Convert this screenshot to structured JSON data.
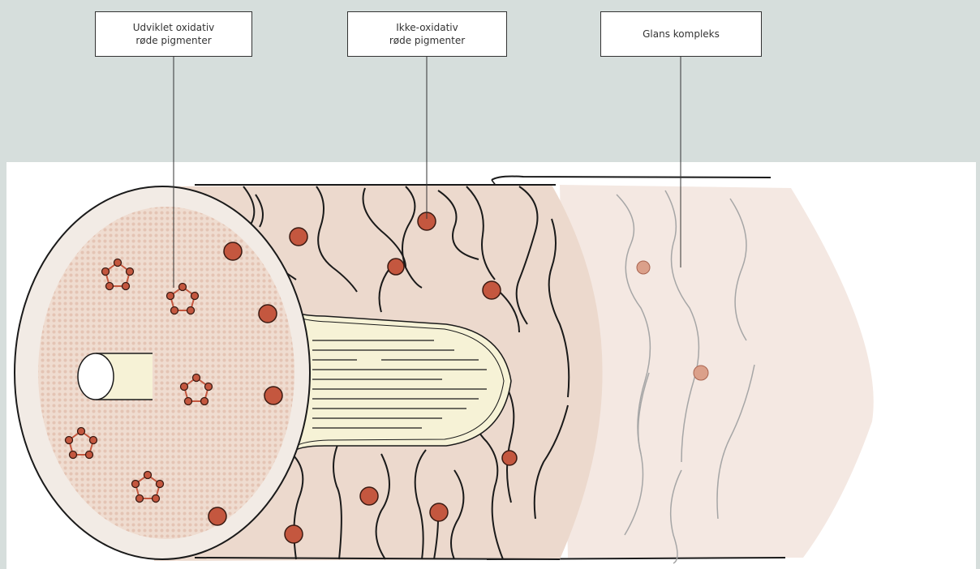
{
  "labels": {
    "developed_oxidative": "Udviklet oxidativ\nrøde pigmenter",
    "non_oxidative": "Ikke-oxidativ\nrøde pigmenter",
    "gloss_complex": "Glans kompleks"
  },
  "colors": {
    "background": "#d6dedc",
    "panel": "#ffffff",
    "cortex": "#ecd9cd",
    "cross_section_rim": "#f2ebe5",
    "cross_section_fill": "#ecd3c5",
    "gloss_layer": "#f4e8e2",
    "medulla": "#f6f2d6",
    "pigment": "#c4573f",
    "pigment_outline": "#3a1a12",
    "gloss_pigment": "#dba08a",
    "line": "#1a1a1a"
  }
}
